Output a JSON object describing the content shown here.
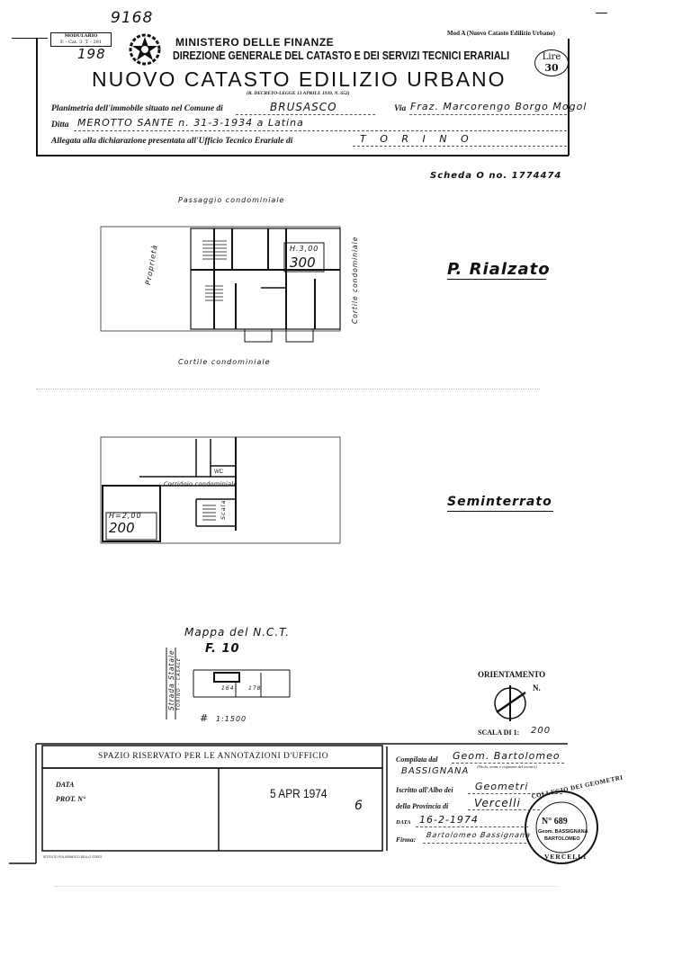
{
  "header": {
    "handwritten_number_top": "9168",
    "modulario_label": "MODULARIO",
    "modulario_code": "F. - Cat. 3. T. - 391",
    "handwritten_number_box": "198",
    "model_label": "Mod A (Nuovo Catasto Edilizio Urbano)",
    "ministry": "MINISTERO DELLE FINANZE",
    "direction": "DIREZIONE GENERALE DEL CATASTO E DEI SERVIZI TECNICI ERARIALI",
    "main_title": "NUOVO CATASTO EDILIZIO URBANO",
    "decree": "(R. DECRETO-LEGGE 13 APRILE 1939, N. 652)",
    "stamp_lire": "Lire",
    "stamp_value": "30"
  },
  "fields": {
    "planimetria_label": "Planimetria dell'immobile situato nel Comune di",
    "comune": "BRUSASCO",
    "via_label": "Via",
    "via": "Fraz. Marcorengo Borgo Mogol",
    "ditta_label": "Ditta",
    "ditta": "MEROTTO SANTE n. 31-3-1934 a Latina",
    "allegata_label": "Allegata alla dichiarazione presentata all'Ufficio Tecnico Erariale di",
    "ufficio": "T O R I N O",
    "scheda": "Scheda O no. 1774474"
  },
  "plan_raised": {
    "top_label": "Passaggio condominiale",
    "left_label": "Proprietà",
    "right_label": "Cortile condominiale",
    "bottom_label": "Cortile condominiale",
    "height_label": "H.3,00",
    "height_value": "300",
    "floor_name": "P. Rialzato"
  },
  "plan_basement": {
    "corridor_label": "Corridoio condominiale",
    "wc_label": "WC",
    "stair_label": "Scala",
    "height_label": "H=2,00",
    "height_value": "200",
    "floor_name": "Seminterrato"
  },
  "map": {
    "title": "Mappa del N.C.T.",
    "sheet": "F. 10",
    "road_label": "Strada Statale",
    "road_sub": "TORINO - CASALE",
    "parcel_a": "164",
    "parcel_b": "178",
    "scale": "1:1500",
    "orientation_label": "ORIENTAMENTO",
    "north": "N.",
    "scale_label": "SCALA DI 1:",
    "scale_value": "200"
  },
  "office_box": {
    "title": "SPAZIO RISERVATO PER LE ANNOTAZIONI D'UFFICIO",
    "data_label": "DATA",
    "prot_label": "PROT. N°",
    "date_stamp": "5 APR 1974",
    "handwritten_mark": "6"
  },
  "signature": {
    "compilata_label": "Compilata dal",
    "compiler": "Geom. Bartolomeo",
    "compiler_note": "(Titolo, nome e cognome del tecnico)",
    "compiler_surname": "BASSIGNANA",
    "iscritto_label": "Iscritto all'Albo dei",
    "albo": "Geometri",
    "provincia_label": "della Provincia di",
    "provincia": "Vercelli",
    "data_label": "DATA",
    "data": "16-2-1974",
    "firma_label": "Firma:",
    "firma": "Bartolomeo Bassignana"
  },
  "seal": {
    "ring_top": "COLLEGIO DEI GEOMETRI",
    "number": "N° 689",
    "name1": "Geom. BASSIGNANA",
    "name2": "BARTOLOMEO",
    "ring_bottom": "VERCELLI"
  },
  "footer": {
    "printer": "ISTITUTO POLIGRAFICO DELLO STATO"
  }
}
